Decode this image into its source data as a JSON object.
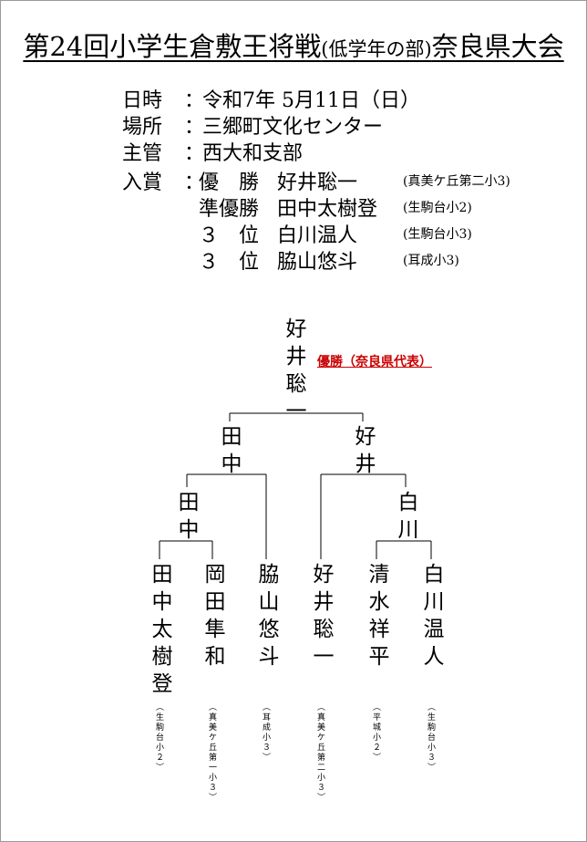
{
  "title": {
    "main": "第24回小学生倉敷王将戦",
    "sub": "(低学年の部)",
    "tail": "奈良県大会"
  },
  "info": {
    "date_label": "日時",
    "date_value": "令和7年 5月11日（日）",
    "place_label": "場所",
    "place_value": "三郷町文化センター",
    "host_label": "主管",
    "host_value": "西大和支部",
    "award_label": "入賞",
    "colon": "："
  },
  "awards": [
    {
      "place": "優　勝",
      "name": "好井聡一",
      "school": "(真美ケ丘第二小3)"
    },
    {
      "place": "準優勝",
      "name": "田中太樹登",
      "school": "(生駒台小2)"
    },
    {
      "place": "３　位",
      "name": "白川温人",
      "school": "(生駒台小3)"
    },
    {
      "place": "３　位",
      "name": "脇山悠斗",
      "school": "(耳成小3)"
    }
  ],
  "bracket": {
    "champion": "好井聡一",
    "champion_label": "優勝（奈良県代表）",
    "final_left": "田中",
    "final_right": "好井",
    "semi_left": "田中",
    "semi_right": "白川",
    "players": [
      {
        "name": "田中太樹登",
        "school": "（生駒台小２）"
      },
      {
        "name": "岡田隼和",
        "school": "（真美ケ丘第一小３）"
      },
      {
        "name": "脇山悠斗",
        "school": "（耳成小３）"
      },
      {
        "name": "好井聡一",
        "school": "（真美ケ丘第二小３）"
      },
      {
        "name": "清水祥平",
        "school": "（平城小２）"
      },
      {
        "name": "白川温人",
        "school": "（生駒台小３）"
      }
    ]
  }
}
